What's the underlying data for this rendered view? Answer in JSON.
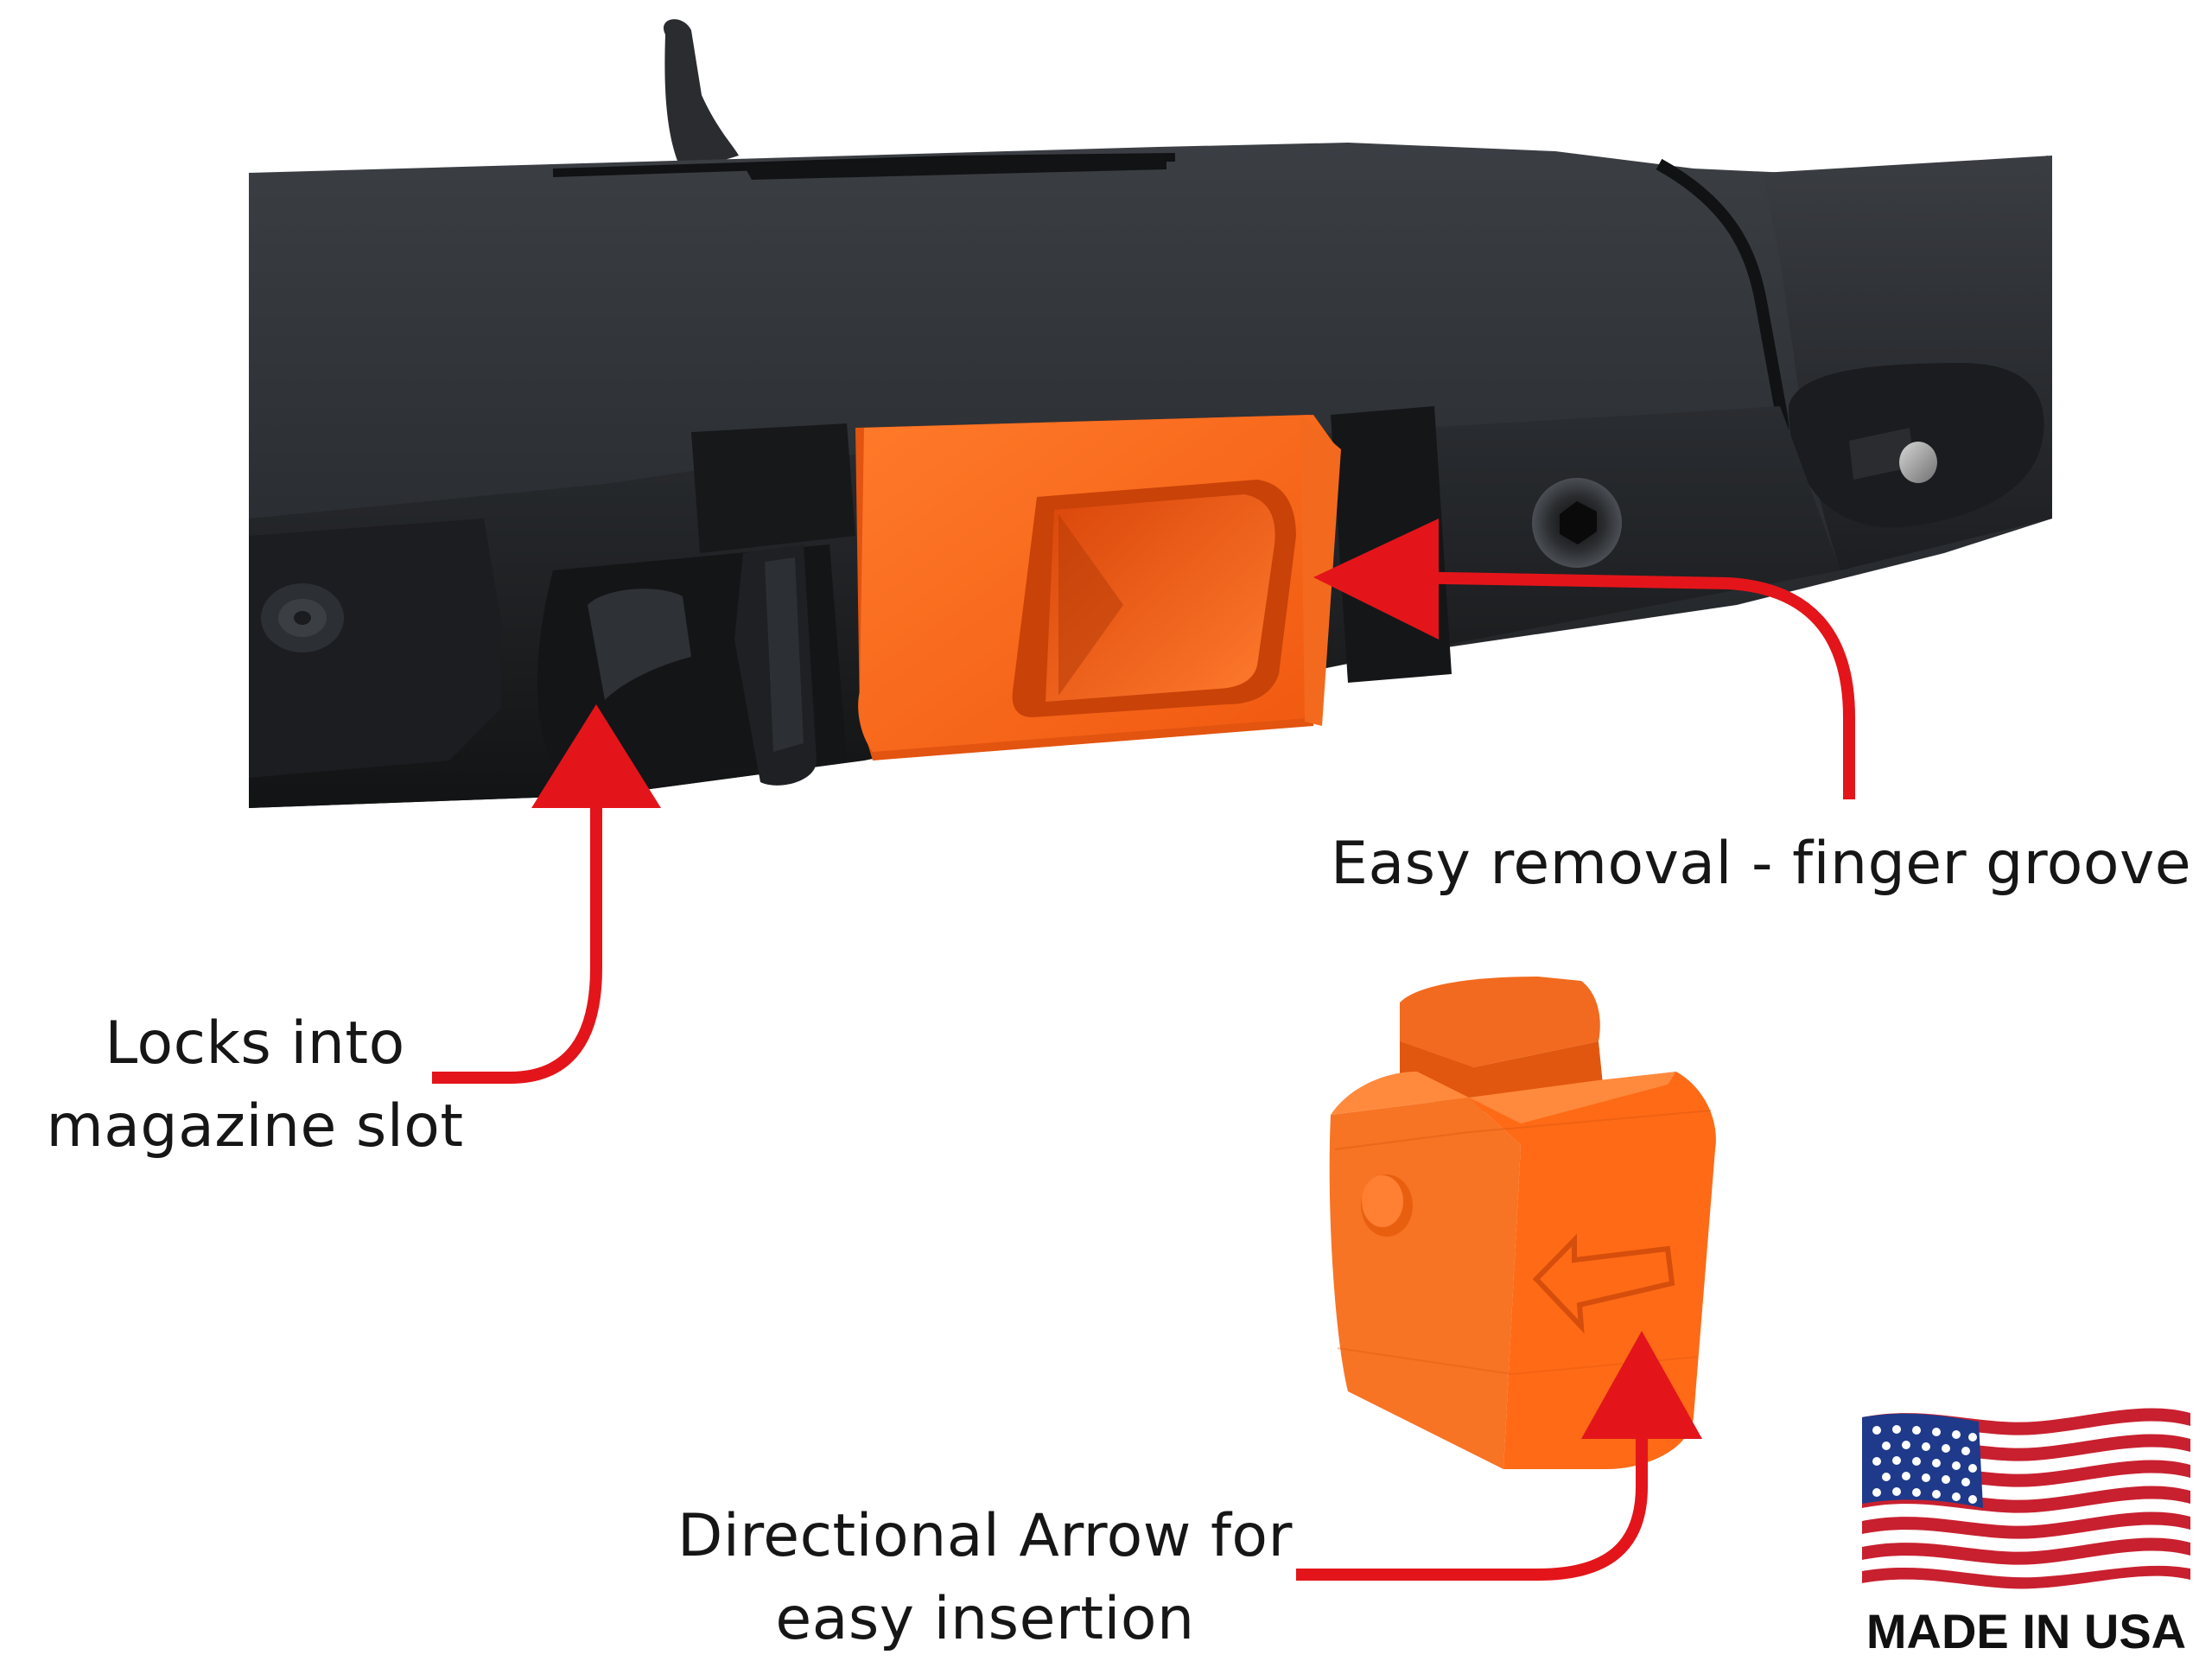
{
  "callouts": {
    "finger_groove": "Easy removal - finger groove",
    "locks_line1": "Locks into",
    "locks_line2": "magazine slot",
    "arrow_line1": "Directional Arrow for",
    "arrow_line2": "easy insertion"
  },
  "badge": {
    "text": "MADE IN USA",
    "icon": "us-flag-icon"
  },
  "colors": {
    "accent_orange": "#ff6a1a",
    "arrow_red": "#e3151a",
    "receiver_black": "#24272b",
    "flag_red": "#c8202f",
    "flag_blue": "#1f3a8a"
  }
}
